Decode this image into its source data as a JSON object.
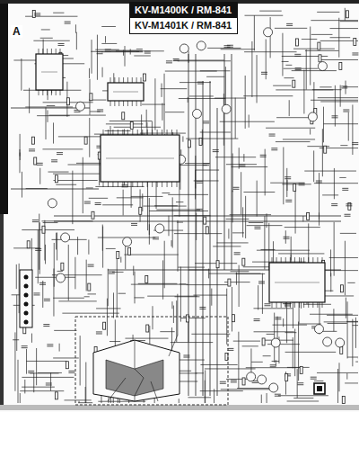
{
  "diagram": {
    "nodes": [
      {
        "text": [
          "KV-M1400K / RM-841",
          "KV-M1401K / RM-841"
        ]
      }
    ],
    "labels": [
      "A"
    ]
  }
}
